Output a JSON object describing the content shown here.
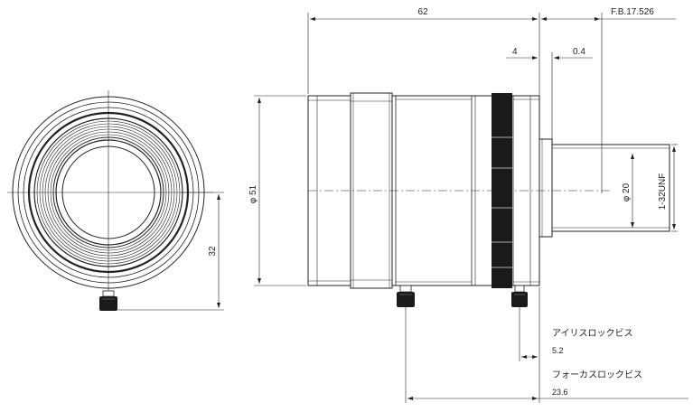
{
  "dimensions": {
    "overall_length": "62",
    "flange_back": "F.B.17.526",
    "mount_length": "4",
    "flange_offset": "0.4",
    "body_diameter": "φ 51",
    "mount_diameter": "φ 20",
    "mount_thread": "1-32UNF",
    "screw_height": "32"
  },
  "callouts": {
    "iris_lock_label": "アイリスロックビス",
    "iris_lock_value": "5.2",
    "focus_lock_label": "フォーカスロックビス",
    "focus_lock_value": "23.6"
  }
}
